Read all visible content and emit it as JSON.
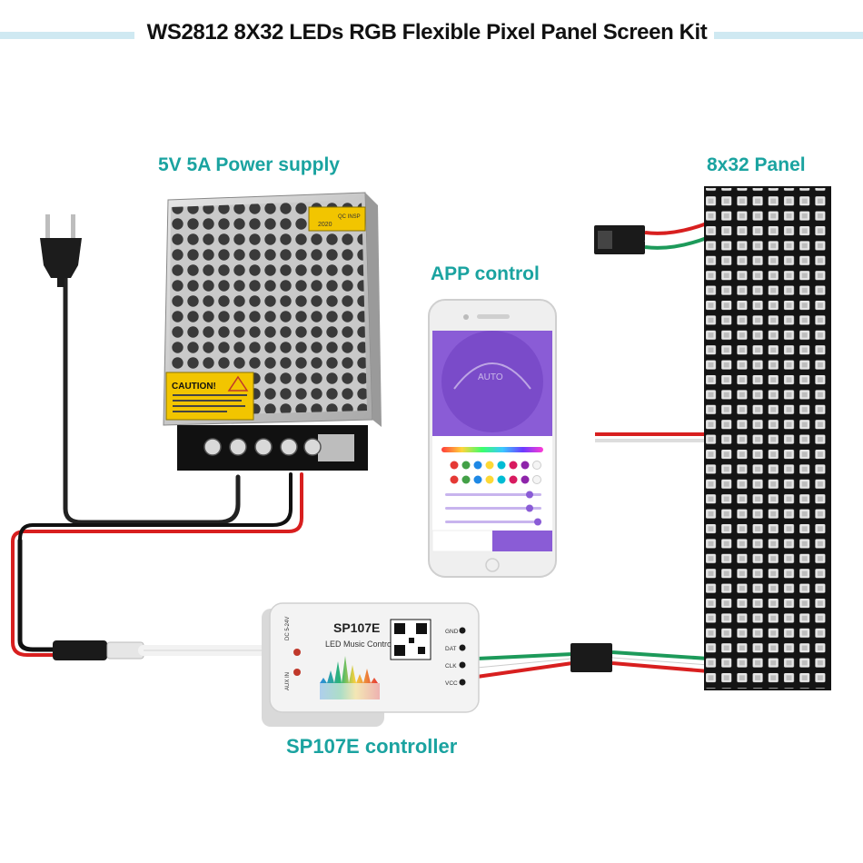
{
  "title": "WS2812 8X32 LEDs RGB Flexible Pixel Panel Screen Kit",
  "labels": {
    "power_supply": "5V 5A Power supply",
    "panel": "8x32 Panel",
    "app": "APP control",
    "controller": "SP107E controller"
  },
  "power_supply": {
    "caution": "CAUTION!",
    "qc": "QC INSP",
    "year": "2020"
  },
  "controller_device": {
    "model": "SP107E",
    "subtitle": "LED Music Controller",
    "pins": [
      "GND",
      "DAT",
      "CLK",
      "VCC"
    ],
    "side_labels": [
      "DC 5-24V",
      "AUX IN"
    ]
  },
  "phone_screen": {
    "mode": "AUTO"
  },
  "colors": {
    "accent": "#1aa3a0",
    "app_purple": "#8a5cd6",
    "title_bar": "#cfe9f2",
    "wire_red": "#d81f1f",
    "wire_green": "#1d9a5a"
  }
}
